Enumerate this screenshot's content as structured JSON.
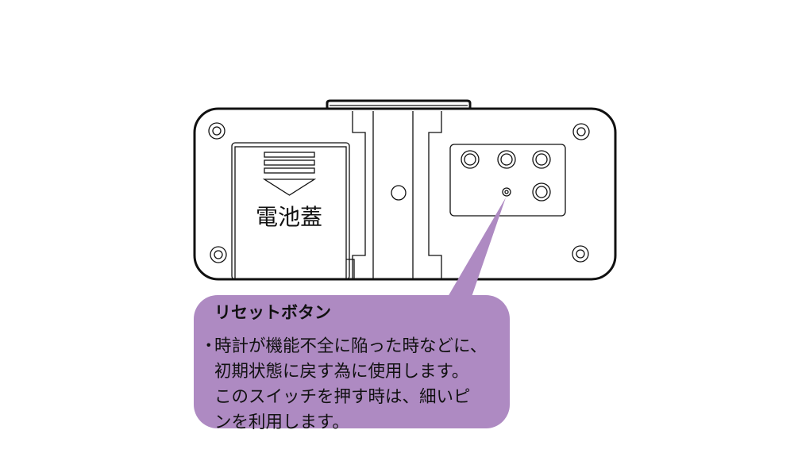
{
  "diagram": {
    "battery_cover_label": "電池蓋",
    "callout": {
      "title": "リセットボタン",
      "bullet": "・",
      "lines": [
        "時計が機能不全に陥った時などに、",
        "初期状態に戻す為に使用します。",
        "このスイッチを押す時は、細いピ",
        "ンを利用します。"
      ],
      "fill_color": "#ae8ac2"
    }
  }
}
